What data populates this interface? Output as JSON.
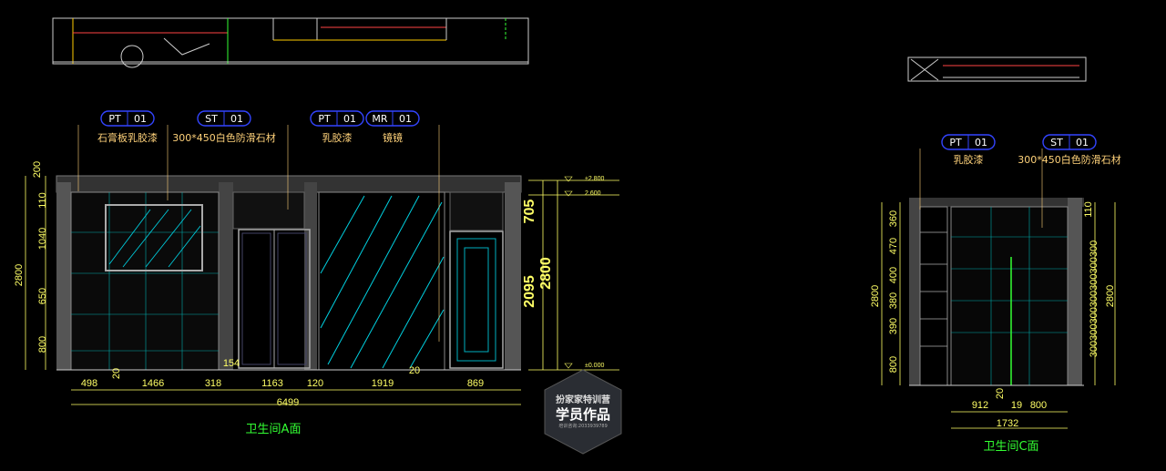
{
  "elevation_a": {
    "title": "卫生间A面",
    "tags": [
      {
        "code": "PT",
        "num": "01",
        "label": "石膏板乳胶漆"
      },
      {
        "code": "ST",
        "num": "01",
        "label": "300*450白色防滑石材"
      },
      {
        "code": "PT",
        "num": "01",
        "label": "乳胶漆"
      },
      {
        "code": "MR",
        "num": "01",
        "label": "镜镜"
      }
    ],
    "left_dims": [
      "200",
      "110",
      "1040",
      "2800",
      "650",
      "800"
    ],
    "bottom_dims": [
      "498",
      "1466",
      "318",
      "154",
      "1163",
      "120",
      "1919",
      "20",
      "869"
    ],
    "small_dims": [
      "20"
    ],
    "total": "6499",
    "right_dims": [
      "705",
      "2095",
      "2800"
    ],
    "levels": [
      "±2.800",
      "2.600",
      "±0.000"
    ]
  },
  "elevation_c": {
    "title": "卫生间C面",
    "tags": [
      {
        "code": "PT",
        "num": "01",
        "label": "乳胶漆"
      },
      {
        "code": "ST",
        "num": "01",
        "label": "300*450白色防滑石材"
      }
    ],
    "left_dims": [
      "360",
      "470",
      "400",
      "2800",
      "380",
      "390",
      "800"
    ],
    "right_dims": [
      "110",
      "2800"
    ],
    "right_stack": "300300300300300300300",
    "bottom_dims": [
      "912",
      "19",
      "800"
    ],
    "small_dims": [
      "20"
    ],
    "total": "1732"
  },
  "badge": {
    "line1": "扮家家特训营",
    "line2": "学员作品",
    "line3": "培训咨询:2033939789"
  }
}
